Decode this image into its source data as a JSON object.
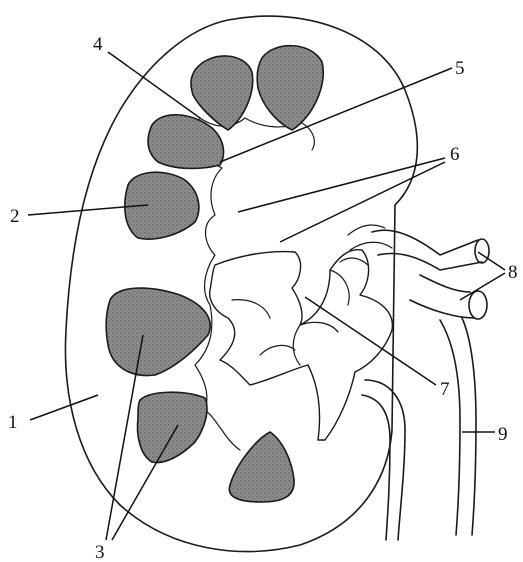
{
  "colors": {
    "outline": "#1a1a1a",
    "pyramid_fill": "#8a8a8a",
    "background": "#ffffff"
  },
  "labels": {
    "l1": "1",
    "l2": "2",
    "l3": "3",
    "l4": "4",
    "l5": "5",
    "l6": "6",
    "l7": "7",
    "l8": "8",
    "l9": "9"
  }
}
